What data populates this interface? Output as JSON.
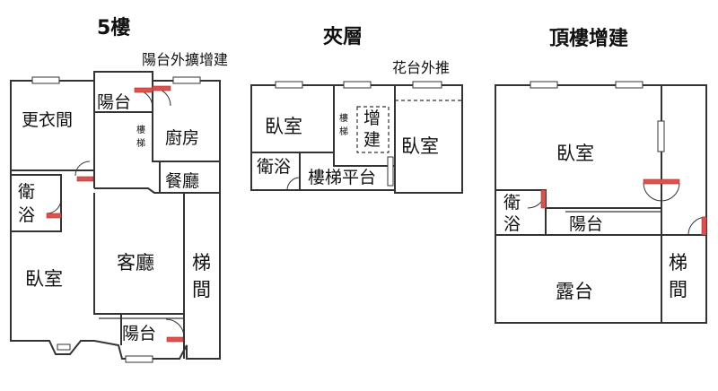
{
  "titles": {
    "floor5": "5樓",
    "mezzanine": "夾層",
    "rooftop": "頂樓增建"
  },
  "floor5": {
    "balcony_extension_note": "陽台外擴增建",
    "balcony_top": "陽台",
    "dressing_room": "更衣間",
    "stair_small": [
      "樓",
      "梯"
    ],
    "kitchen": "廚房",
    "dining": "餐廳",
    "bath": [
      "衛",
      "浴"
    ],
    "living": "客廳",
    "stairwell": [
      "梯",
      "間"
    ],
    "bedroom": "臥室",
    "balcony_bottom": "陽台"
  },
  "mezzanine": {
    "planter_note": "花台外推",
    "bedroom_left": "臥室",
    "stair_small": [
      "樓",
      "梯"
    ],
    "addition": [
      "增",
      "建"
    ],
    "bedroom_right": "臥室",
    "bath": "衛浴",
    "landing": "樓梯平台"
  },
  "rooftop": {
    "bedroom": "臥室",
    "bath": [
      "衛",
      "浴"
    ],
    "balcony": "陽台",
    "terrace": "露台",
    "stairwell": [
      "梯",
      "間"
    ]
  }
}
